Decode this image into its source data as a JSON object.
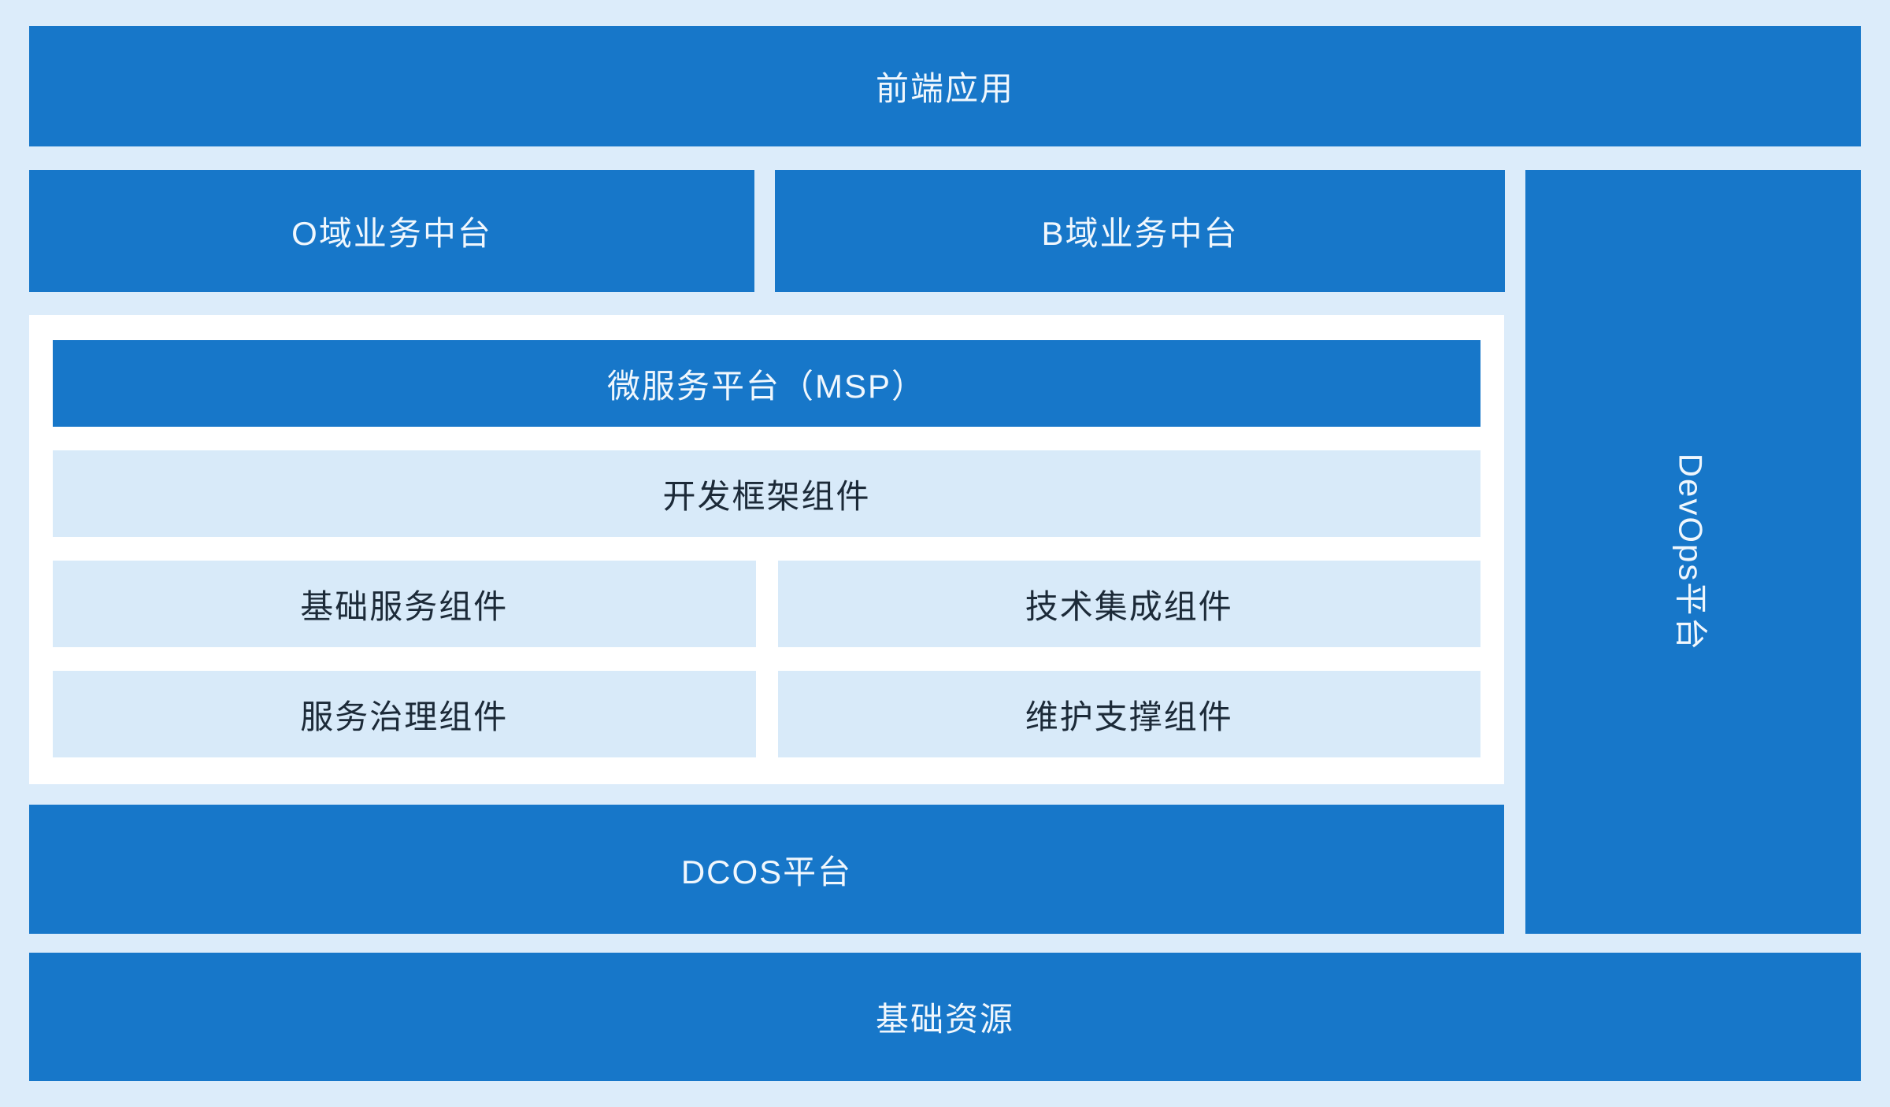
{
  "colors": {
    "primary_blue": "#1777c9",
    "page_background": "#dcecfa",
    "panel_white": "#ffffff",
    "component_row_light_blue": "#d8eaf9",
    "text_on_blue": "#f0f7fd",
    "text_dark": "#1c2a38"
  },
  "layers": {
    "frontend": {
      "label": "前端应用"
    },
    "domains": {
      "o": {
        "label": "O域业务中台"
      },
      "b": {
        "label": "B域业务中台"
      }
    },
    "msp": {
      "title": "微服务平台（MSP）",
      "components": [
        {
          "label": "开发框架组件"
        },
        {
          "label": "基础服务组件"
        },
        {
          "label": "技术集成组件"
        },
        {
          "label": "服务治理组件"
        },
        {
          "label": "维护支撑组件"
        }
      ]
    },
    "dcos": {
      "label": "DCOS平台"
    },
    "devops": {
      "label": "DevOps平台"
    },
    "resources": {
      "label": "基础资源"
    }
  }
}
